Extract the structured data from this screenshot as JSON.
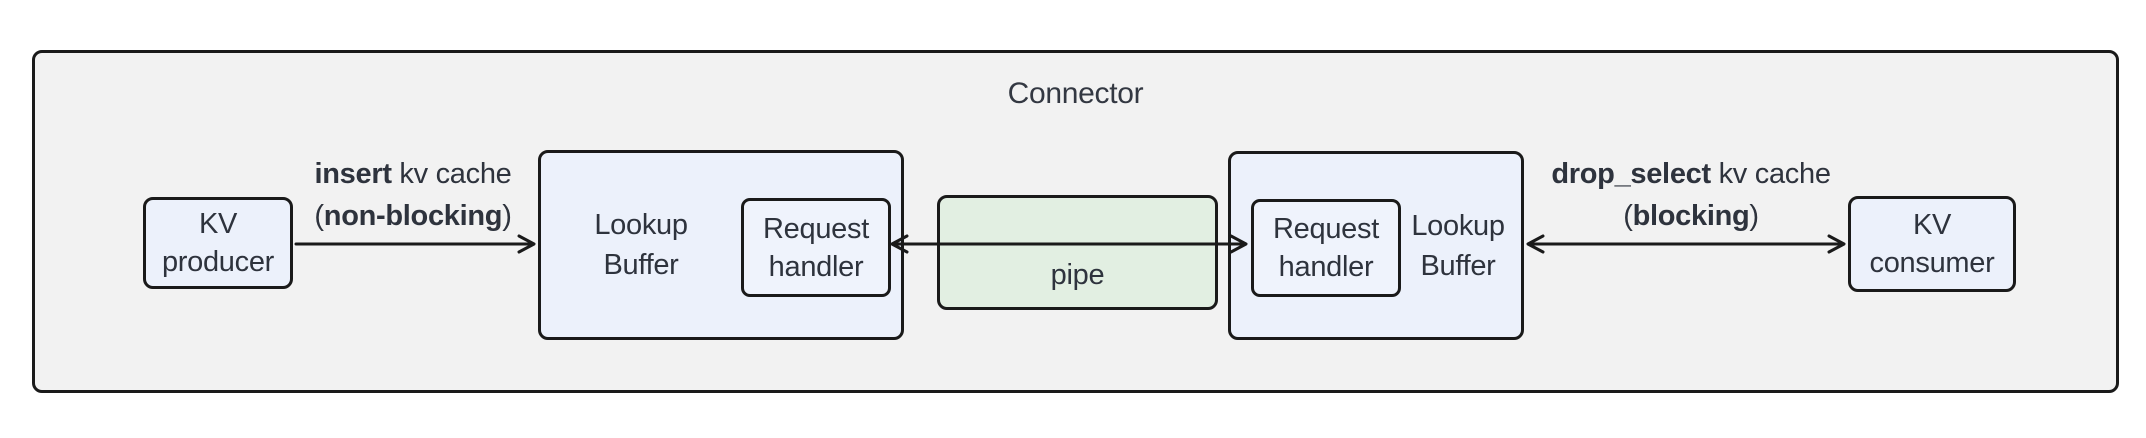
{
  "connector": {
    "title": "Connector"
  },
  "nodes": {
    "kv_producer": {
      "line1": "KV",
      "line2": "producer"
    },
    "lookup_buffer_left": {
      "line1": "Lookup",
      "line2": "Buffer"
    },
    "request_handler_left": {
      "line1": "Request",
      "line2": "handler"
    },
    "pipe": {
      "label": "pipe"
    },
    "request_handler_right": {
      "line1": "Request",
      "line2": "handler"
    },
    "lookup_buffer_right": {
      "line1": "Lookup",
      "line2": "Buffer"
    },
    "kv_consumer": {
      "line1": "KV",
      "line2": "consumer"
    }
  },
  "edges": {
    "insert": {
      "keyword": "insert",
      "rest": " kv cache",
      "open_paren": "(",
      "mode": "non-blocking",
      "close_paren": ")"
    },
    "drop_select": {
      "keyword": "drop_select",
      "rest": " kv cache",
      "open_paren": "(",
      "mode": "blocking",
      "close_paren": ")"
    }
  },
  "colors": {
    "background": "#ffffff",
    "connector_fill": "#f2f2f2",
    "node_fill": "#ecf1fb",
    "pipe_fill": "#e2efe2",
    "border": "#1a1a1a",
    "text": "#2e333d"
  }
}
